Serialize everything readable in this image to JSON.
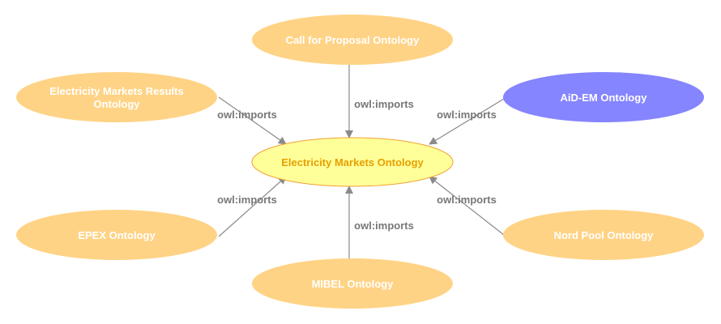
{
  "colors": {
    "node_fill": "#ffd385",
    "center_fill": "#ffff9a",
    "center_stroke": "#f0a030",
    "center_text": "#e8a000",
    "highlight_fill": "#8585ff",
    "edge": "#8a8a8a",
    "edge_label": "#777777"
  },
  "center": {
    "label": "Electricity Markets Ontology"
  },
  "nodes": {
    "call_for_proposal": {
      "label": "Call for Proposal Ontology"
    },
    "results": {
      "line1": "Electricity Markets Results",
      "line2": "Ontology"
    },
    "aid_em": {
      "label": "AiD-EM Ontology"
    },
    "epex": {
      "label": "EPEX Ontology"
    },
    "mibel": {
      "label": "MIBEL Ontology"
    },
    "nord_pool": {
      "label": "Nord Pool Ontology"
    }
  },
  "edges": [
    {
      "from": "call_for_proposal",
      "label": "owl:imports"
    },
    {
      "from": "results",
      "label": "owl:imports"
    },
    {
      "from": "aid_em",
      "label": "owl:imports"
    },
    {
      "from": "epex",
      "label": "owl:imports"
    },
    {
      "from": "mibel",
      "label": "owl:imports"
    },
    {
      "from": "nord_pool",
      "label": "owl:imports"
    }
  ]
}
